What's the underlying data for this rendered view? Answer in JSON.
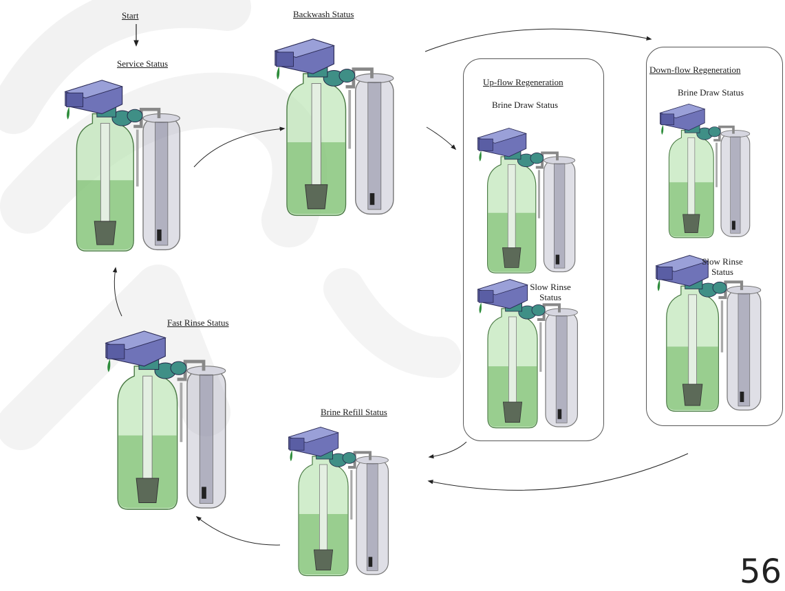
{
  "start_label": "Start",
  "stages": {
    "service": "Service Status",
    "backwash": "Backwash Status",
    "fast_rinse": "Fast Rinse Status",
    "brine_refill": "Brine Refill Status"
  },
  "upflow": {
    "title": "Up-flow Regeneration",
    "brine_draw": "Brine Draw Status",
    "slow_rinse_line1": "Slow Rinse",
    "slow_rinse_line2": "Status"
  },
  "downflow": {
    "title": "Down-flow Regeneration",
    "brine_draw": "Brine Draw Status",
    "slow_rinse_line1": "Slow Rinse",
    "slow_rinse_line2": "Status"
  },
  "page_number": "56",
  "colors": {
    "tank_glass": "#b9e4b0",
    "resin": "#6cb45c",
    "valve_body": "#6f73b8",
    "valve_fitting": "#3f8f86",
    "brine_tank": "#b8b8c8",
    "watermark": "#f1f1f1"
  }
}
